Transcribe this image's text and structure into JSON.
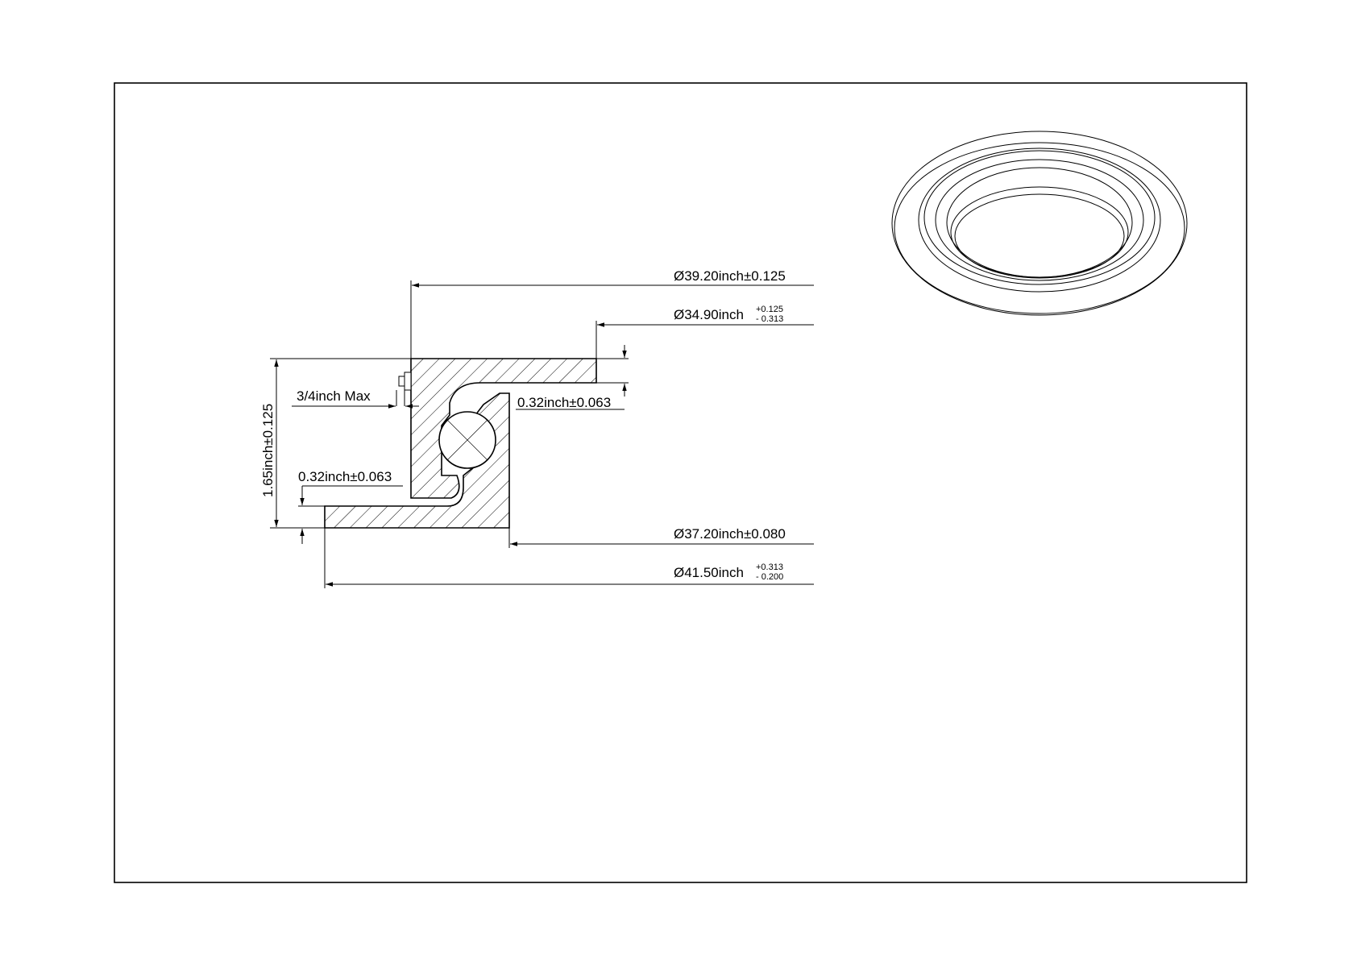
{
  "drawing": {
    "dimensions": {
      "bore_diameter": "Ø39.20inch±0.125",
      "shoulder_diameter": {
        "main": "Ø34.90inch",
        "tol_upper": "+0.125",
        "tol_lower": "- 0.313"
      },
      "shoulder_height_right": "0.32inch±0.063",
      "grease_fitting_max": "3/4inch Max",
      "height": "1.65inch±0.125",
      "flange_thickness_left": "0.32inch±0.063",
      "inner_diameter": "Ø37.20inch±0.080",
      "outer_diameter": {
        "main": "Ø41.50inch",
        "tol_upper": "+0.313",
        "tol_lower": "- 0.200"
      }
    },
    "colors": {
      "line": "#000000",
      "background": "#ffffff"
    }
  }
}
